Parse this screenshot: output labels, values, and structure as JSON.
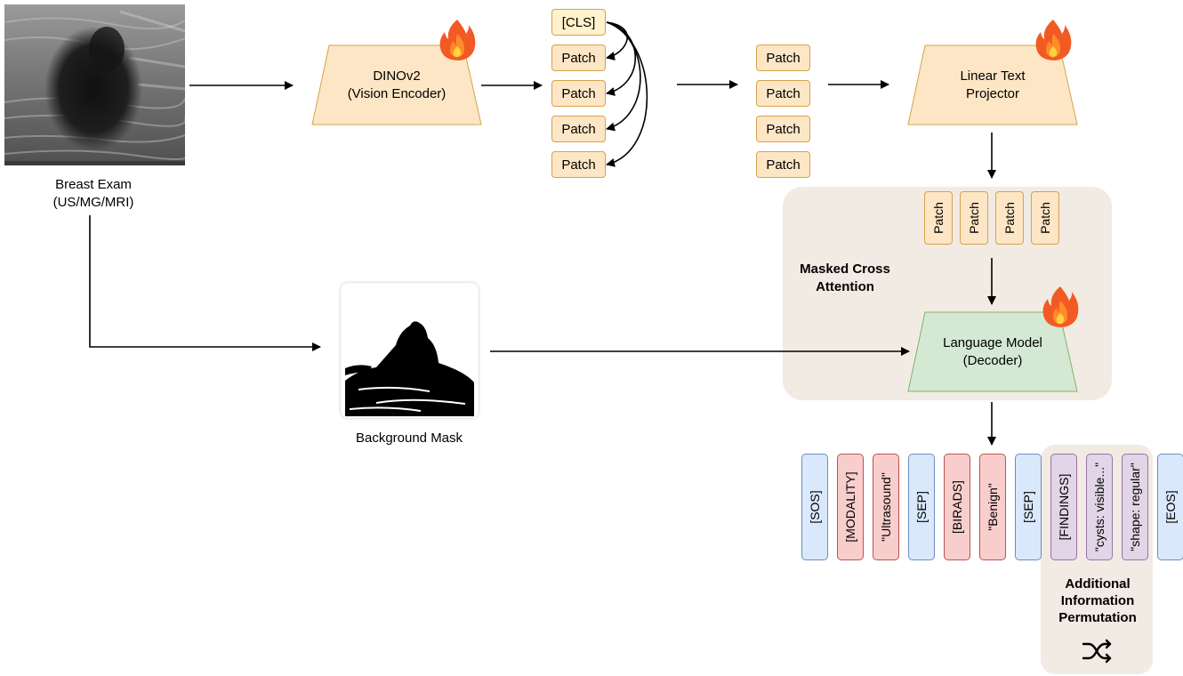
{
  "input": {
    "label_line1": "Breast Exam",
    "label_line2": "(US/MG/MRI)"
  },
  "encoder": {
    "line1": "DINOv2",
    "line2": "(Vision Encoder)"
  },
  "tokens": {
    "cls": "[CLS]",
    "patch": "Patch"
  },
  "projector": {
    "line1": "Linear Text",
    "line2": "Projector"
  },
  "attention": {
    "line1": "Masked Cross",
    "line2": "Attention"
  },
  "decoder": {
    "line1": "Language Model",
    "line2": "(Decoder)"
  },
  "mask": {
    "label": "Background Mask"
  },
  "sequence": [
    {
      "text": "[SOS]",
      "color": "blue"
    },
    {
      "text": "[MODALITY]",
      "color": "red"
    },
    {
      "text": "\"Ultrasound\"",
      "color": "red"
    },
    {
      "text": "[SEP]",
      "color": "blue"
    },
    {
      "text": "[BIRADS]",
      "color": "red"
    },
    {
      "text": "\"Benign\"",
      "color": "red"
    },
    {
      "text": "[SEP]",
      "color": "blue"
    },
    {
      "text": "[FINDINGS]",
      "color": "purple"
    },
    {
      "text": "\"cysts: visible...\"",
      "color": "purple"
    },
    {
      "text": "\"shape: regular\"",
      "color": "purple"
    },
    {
      "text": "[EOS]",
      "color": "blue"
    }
  ],
  "permutation": {
    "line1": "Additional",
    "line2": "Information",
    "line3": "Permutation",
    "icon": "shuffle-icon"
  },
  "colors": {
    "encoder_fill": "#fde6c5",
    "decoder_fill": "#d5e8d4",
    "group_fill": "#f2ebe3",
    "blue": "#dae8fc",
    "red": "#f8cecc",
    "purple": "#e1d5e7"
  }
}
